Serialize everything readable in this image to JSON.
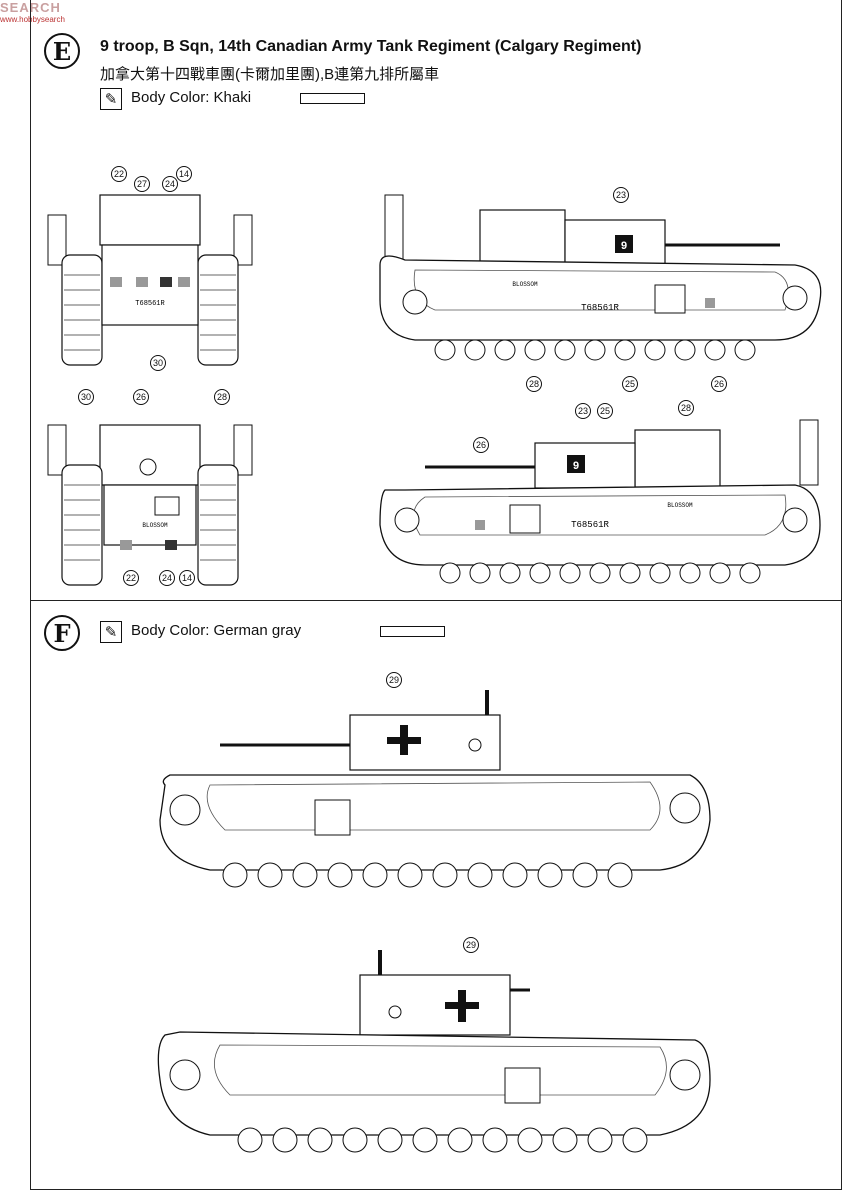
{
  "watermark": {
    "brand": "SEARCH",
    "url": "www.hobbysearch"
  },
  "section_e": {
    "letter": "E",
    "title": "9 troop, B Sqn, 14th Canadian Army Tank Regiment (Calgary Regiment)",
    "subtitle_zh": "加拿大第十四戰車團(卡爾加里團),B連第九排所屬車",
    "body_color_label": "Body Color: Khaki",
    "hull_number": "T68561R",
    "tank_name": "BLOSSOM",
    "turret_number": "9",
    "callouts": {
      "front": [
        "22",
        "27",
        "24",
        "14",
        "30"
      ],
      "rear": [
        "30",
        "26",
        "28",
        "22",
        "24",
        "14"
      ],
      "right_side": [
        "23",
        "28",
        "25",
        "26"
      ],
      "left_side": [
        "26",
        "23",
        "25",
        "28"
      ]
    }
  },
  "section_f": {
    "letter": "F",
    "body_color_label": "Body Color: German gray",
    "callouts": {
      "left_side": [
        "29"
      ],
      "right_side": [
        "29"
      ]
    }
  }
}
